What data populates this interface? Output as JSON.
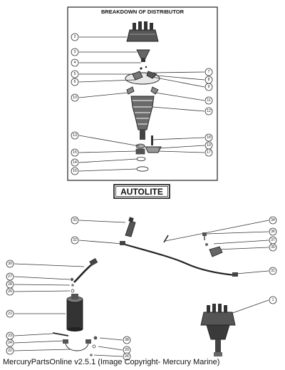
{
  "header": {
    "title": "BREAKDOWN OF DISTRIBUTOR"
  },
  "brand_label": "AUTOLITE",
  "footer": {
    "text": "MercuryPartsOnline v2.5.1 (Image Copyright- Mercury Marine)"
  },
  "callouts": {
    "c2": "2",
    "c3": "3",
    "c4": "4",
    "c5": "5",
    "c6": "6",
    "c7": "7",
    "c8": "8",
    "c9": "9",
    "c10": "10",
    "c11": "11",
    "c12": "12",
    "c13": "13",
    "c14": "14",
    "c15": "15",
    "c16": "16",
    "c17": "17",
    "c18": "18",
    "c19": "19",
    "b1": "1",
    "b21": "21",
    "b22": "22",
    "b23": "23",
    "b24": "24",
    "b25": "25",
    "b26": "26",
    "b27": "27",
    "b28": "28",
    "b29": "29",
    "b30": "30",
    "b31": "31",
    "b32": "32",
    "b33": "33",
    "b34": "34",
    "b35": "35",
    "b36": "36",
    "b37": "37",
    "b38": "38"
  }
}
